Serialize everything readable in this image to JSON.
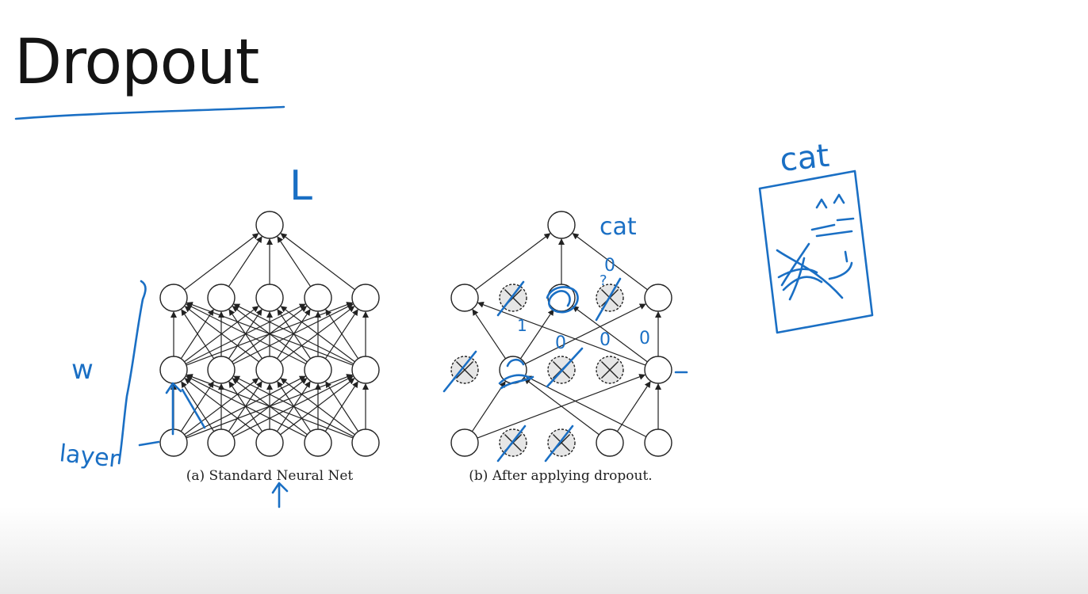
{
  "slide": {
    "title": "Dropout"
  },
  "figure_a": {
    "caption": "(a) Standard Neural Net"
  },
  "figure_b": {
    "caption": "(b) After applying dropout."
  },
  "annotations": {
    "cat_label_network": "cat",
    "cat_label_image": "cat",
    "letter_L": "L",
    "weights_w": "w",
    "layer_word": "layer",
    "zero_marks": [
      "0",
      "0",
      "0",
      "0"
    ],
    "one_mark": "1",
    "q_mark": "?"
  },
  "colors": {
    "ink": "#1a6fc4",
    "node_stroke": "#222222",
    "dropped_fill": "#e6e6e6",
    "text": "#141414"
  }
}
